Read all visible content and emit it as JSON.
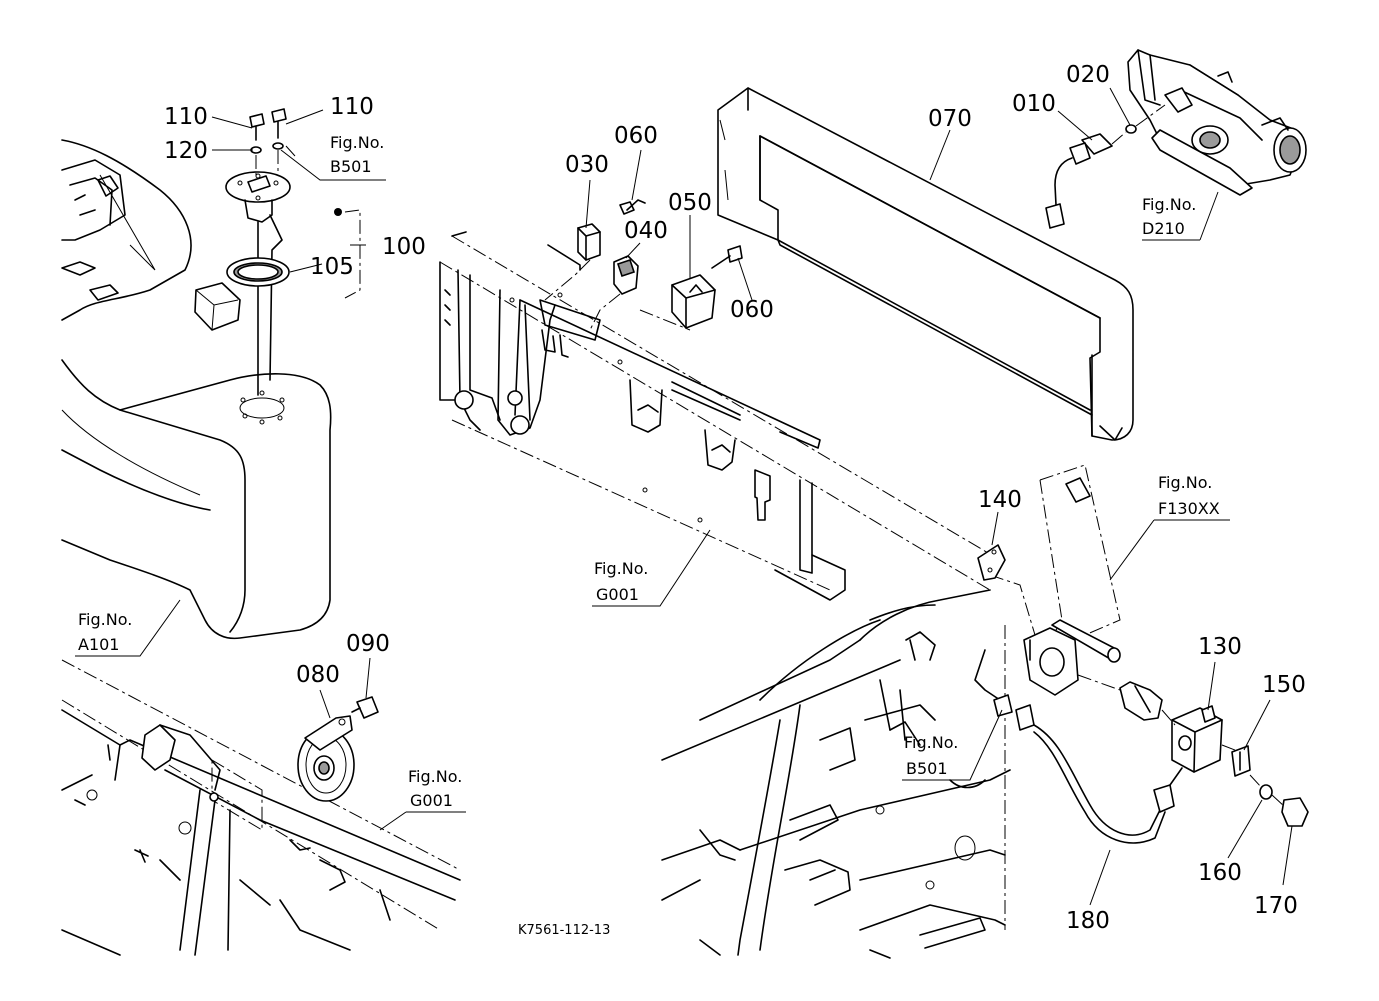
{
  "diagram": {
    "drawing_code": "K7561-112-13",
    "callouts": [
      {
        "id": "callout-010",
        "text": "010"
      },
      {
        "id": "callout-020",
        "text": "020"
      },
      {
        "id": "callout-030",
        "text": "030"
      },
      {
        "id": "callout-040",
        "text": "040"
      },
      {
        "id": "callout-050",
        "text": "050"
      },
      {
        "id": "callout-060-a",
        "text": "060"
      },
      {
        "id": "callout-060-b",
        "text": "060"
      },
      {
        "id": "callout-070",
        "text": "070"
      },
      {
        "id": "callout-080",
        "text": "080"
      },
      {
        "id": "callout-090",
        "text": "090"
      },
      {
        "id": "callout-100",
        "text": "100"
      },
      {
        "id": "callout-105",
        "text": "105"
      },
      {
        "id": "callout-110-a",
        "text": "110"
      },
      {
        "id": "callout-110-b",
        "text": "110"
      },
      {
        "id": "callout-120",
        "text": "120"
      },
      {
        "id": "callout-130",
        "text": "130"
      },
      {
        "id": "callout-140",
        "text": "140"
      },
      {
        "id": "callout-150",
        "text": "150"
      },
      {
        "id": "callout-160",
        "text": "160"
      },
      {
        "id": "callout-170",
        "text": "170"
      },
      {
        "id": "callout-180",
        "text": "180"
      }
    ],
    "fig_refs": [
      {
        "id": "figref-b501-top",
        "label": "Fig.No.",
        "ref": "B501"
      },
      {
        "id": "figref-d210",
        "label": "Fig.No.",
        "ref": "D210"
      },
      {
        "id": "figref-g001-center",
        "label": "Fig.No.",
        "ref": "G001"
      },
      {
        "id": "figref-a101",
        "label": "Fig.No.",
        "ref": "A101"
      },
      {
        "id": "figref-f130xx",
        "label": "Fig.No.",
        "ref": "F130XX"
      },
      {
        "id": "figref-b501-bottom",
        "label": "Fig.No.",
        "ref": "B501"
      },
      {
        "id": "figref-g001-bottom",
        "label": "Fig.No.",
        "ref": "G001"
      }
    ]
  }
}
